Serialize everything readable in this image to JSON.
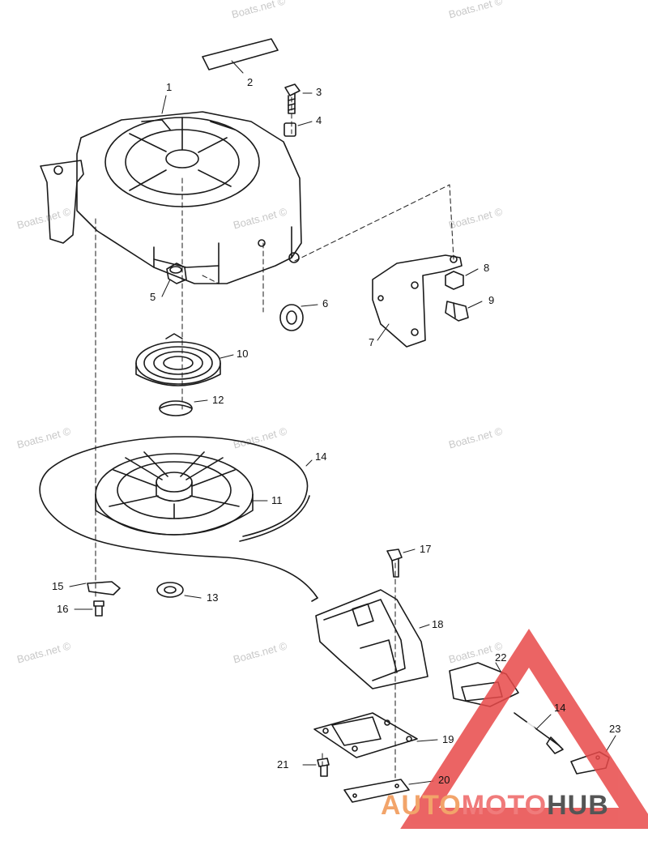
{
  "watermark": "Boats.net ©",
  "logo": {
    "part1": "AUTO",
    "part2": "MOTO",
    "part3": "HUB"
  },
  "callouts": {
    "c1": "1",
    "c2": "2",
    "c3": "3",
    "c4": "4",
    "c5": "5",
    "c6": "6",
    "c7": "7",
    "c8": "8",
    "c9": "9",
    "c10": "10",
    "c11": "11",
    "c12": "12",
    "c13": "13",
    "c14a": "14",
    "c14b": "14",
    "c15": "15",
    "c16": "16",
    "c17": "17",
    "c18": "18",
    "c19": "19",
    "c20": "20",
    "c21": "21",
    "c22": "22",
    "c23": "23"
  },
  "colors": {
    "ink": "#1a1a1a",
    "logo_red": "#e84a4a",
    "logo_orange": "#f2a46a",
    "watermark": "#c8c8c8"
  }
}
